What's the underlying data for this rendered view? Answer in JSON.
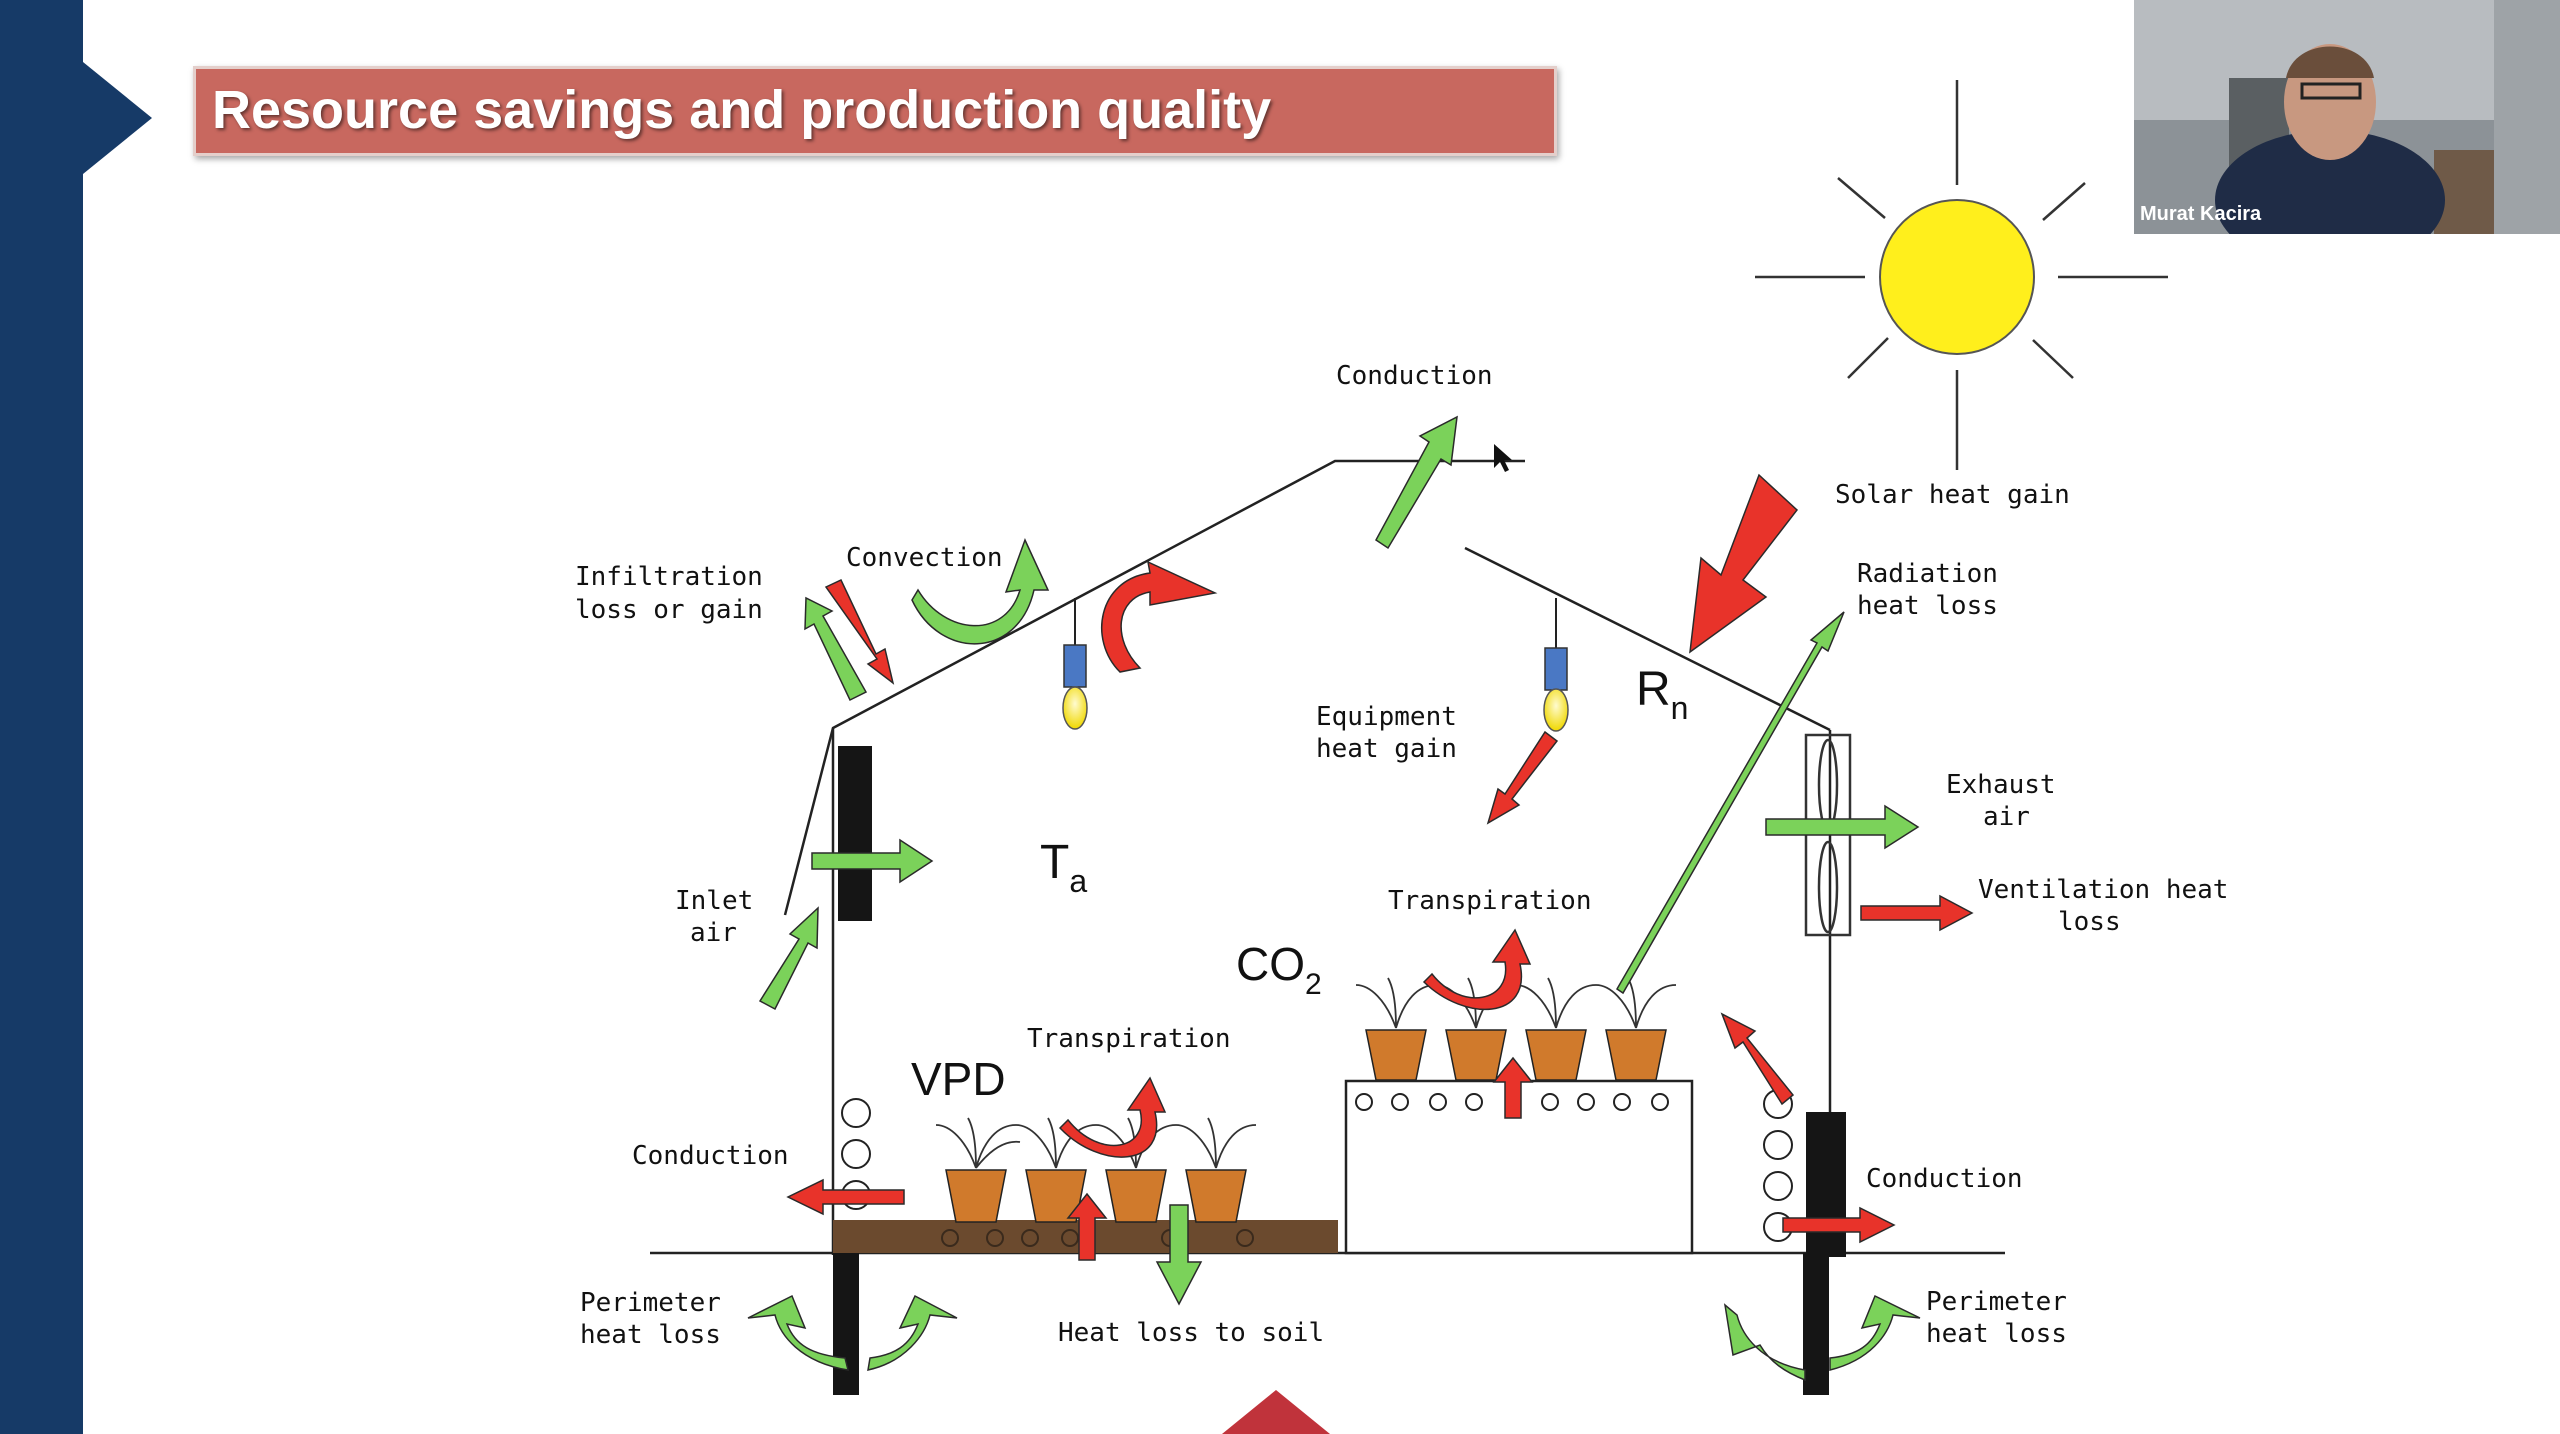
{
  "slide": {
    "title": "Resource savings and production quality",
    "colors": {
      "sidebar": "#163a67",
      "title_bg": "#c8685f",
      "sun": "#ffef1c",
      "heat_arrow": "#e8332a",
      "air_arrow": "#7bd25a"
    }
  },
  "video": {
    "participant_name": "Murat Kacira"
  },
  "diagram": {
    "conduction_roof": "Conduction",
    "infiltration_1": "Infiltration",
    "infiltration_2": "loss or gain",
    "convection": "Convection",
    "solar_heat_gain": "Solar heat gain",
    "radiation_1": "Radiation",
    "radiation_2": "heat loss",
    "equipment_1": "Equipment",
    "equipment_2": "heat gain",
    "rn_main": "R",
    "rn_sub": "n",
    "ta_main": "T",
    "ta_sub": "a",
    "exhaust_1": "Exhaust",
    "exhaust_2": "air",
    "inlet_1": "Inlet",
    "inlet_2": "air",
    "ventilation_1": "Ventilation heat",
    "ventilation_2": "loss",
    "transpiration_right": "Transpiration",
    "co2_main": "CO",
    "co2_sub": "2",
    "transpiration_left": "Transpiration",
    "vpd": "VPD",
    "conduction_left": "Conduction",
    "conduction_right": "Conduction",
    "perimeter_left_1": "Perimeter",
    "perimeter_left_2": "heat loss",
    "perimeter_right_1": "Perimeter",
    "perimeter_right_2": "heat loss",
    "heat_loss_soil": "Heat loss to soil"
  }
}
